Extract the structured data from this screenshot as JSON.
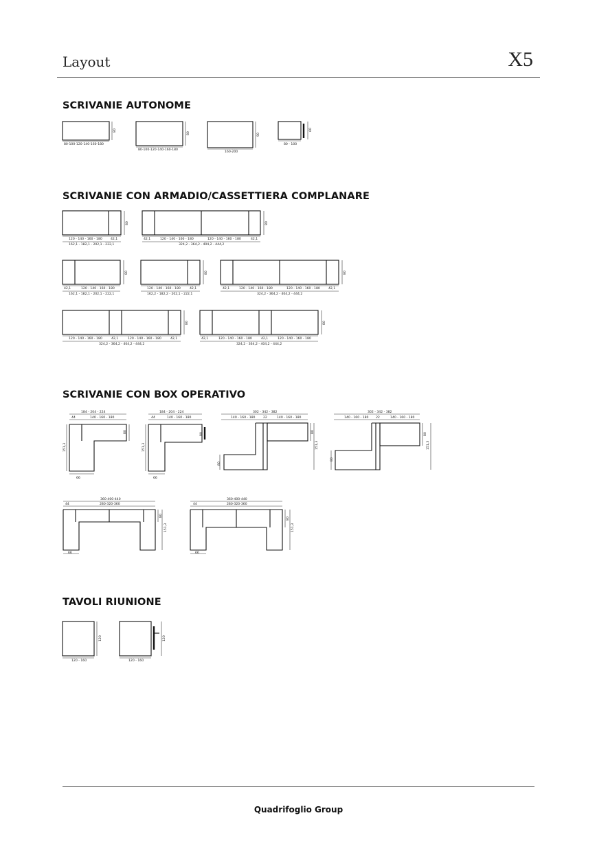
{
  "header": {
    "title": "Layout",
    "code": "X5"
  },
  "sections": {
    "autonome": {
      "title": "SCRIVANIE AUTONOME",
      "items": [
        {
          "width": "80-100-120-140-160-180",
          "depth": "80"
        },
        {
          "width": "80-100-120-140-160-180",
          "depth": "80"
        },
        {
          "width": "160-200",
          "depth": "90"
        },
        {
          "width": "80 - 100",
          "depth": "60"
        }
      ]
    },
    "armadio": {
      "title": "SCRIVANIE CON ARMADIO/CASSETTIERA COMPLANARE",
      "items": [
        {
          "w1": "120 - 140 - 160 - 180",
          "w2": "42,1",
          "total": "162,1 - 182,1 - 202,1 - 222,1",
          "depth": "80"
        },
        {
          "w1": "42,1",
          "w2": "120 - 140 - 160 - 180",
          "w3": "120 - 140 - 160 - 180",
          "w4": "42,1",
          "total": "324,2 - 364,2 - 404,2 - 444,2",
          "depth": "80"
        },
        {
          "w1": "42,1",
          "w2": "120 - 140 - 160 - 180",
          "total": "162,1 - 182,1 - 202,1 - 222,1",
          "depth": "80"
        },
        {
          "w1": "120 - 140 - 160 - 180",
          "w2": "42,1",
          "total": "162,2 - 182,2 - 202,1 - 222,1",
          "depth": "80"
        },
        {
          "w1": "42,1",
          "w2": "120 - 140 - 160 - 180",
          "w3": "120 - 140 - 160 - 180",
          "w4": "42,1",
          "total": "324,2 - 364,2 - 404,2 - 444,2",
          "depth": "80"
        },
        {
          "w1": "120 - 140 - 160 - 180",
          "w2": "42,1",
          "w3": "120 - 140 - 160 - 180",
          "w4": "42,1",
          "total": "324,2 - 364,2 - 404,2 - 444,2",
          "depth": "80"
        },
        {
          "w1": "42,1",
          "w2": "120 - 140 - 160 - 180",
          "w3": "42,1",
          "w4": "120 - 140 - 160 - 180",
          "total": "324,2 - 364,2 - 404,2 - 444,2",
          "depth": "80"
        }
      ]
    },
    "box": {
      "title": "SCRIVANIE CON BOX OPERATIVO",
      "items": [
        {
          "top": "184 - 204 - 224",
          "a": "44",
          "b": "140 - 160 - 180",
          "side": "151,3",
          "depth": "80",
          "bottom": "66"
        },
        {
          "top": "184 - 204 - 224",
          "a": "44",
          "b": "140 - 160 - 180",
          "side": "151,3",
          "depth": "80",
          "bottom": "66"
        },
        {
          "top": "302 - 342 - 382",
          "a": "140 - 160 - 180",
          "gap": "22",
          "b": "140 - 160 - 180",
          "side": "151,3",
          "depth": "80",
          "low": "80"
        },
        {
          "top": "302 - 342 - 382",
          "a": "140 - 160 - 180",
          "gap": "22",
          "b": "140 - 160 - 180",
          "side": "151,3",
          "depth": "80",
          "low": "80"
        },
        {
          "top": "360-400-440",
          "mid": "280-320-360",
          "a": "44",
          "side": "151,3",
          "depth": "80",
          "bottom": "66"
        },
        {
          "top": "360-400-440",
          "mid": "280-320-360",
          "a": "44",
          "side": "151,3",
          "depth": "80",
          "bottom": "66"
        }
      ]
    },
    "riunione": {
      "title": "TAVOLI RIUNIONE",
      "items": [
        {
          "width": "120 - 160",
          "depth": "120"
        },
        {
          "width": "120 - 160",
          "depth": "120"
        }
      ]
    }
  },
  "footer": {
    "brand": "Quadrifoglio Group"
  }
}
